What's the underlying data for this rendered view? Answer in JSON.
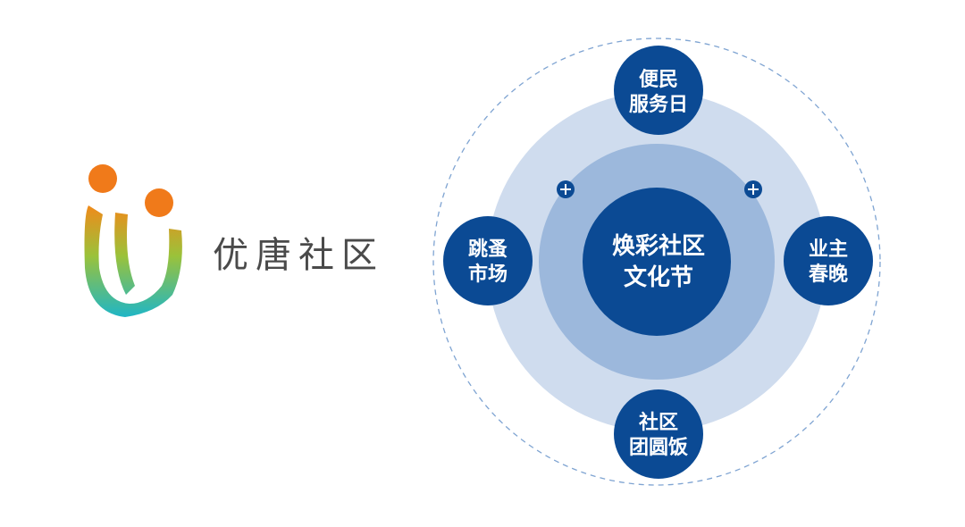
{
  "brand": {
    "name": "优唐社区"
  },
  "center": {
    "line1": "焕彩社区",
    "line2": "文化节"
  },
  "activities": [
    {
      "line1": "便民",
      "line2": "服务日"
    },
    {
      "line1": "业主",
      "line2": "春晚"
    },
    {
      "line1": "社区",
      "line2": "团圆饭"
    },
    {
      "line1": "跳蚤",
      "line2": "市场"
    }
  ],
  "colors": {
    "outer_ring": "#cfdcee",
    "middle_ring": "#9cb8dc",
    "node": "#0b4a94",
    "dashed_orbit": "#7fa4d2",
    "text": "#ffffff",
    "brand_text": "#4a4a4a",
    "logo_orange": "#f07a1a",
    "logo_teal": "#2bb3c2",
    "logo_green": "#7ec14a"
  }
}
